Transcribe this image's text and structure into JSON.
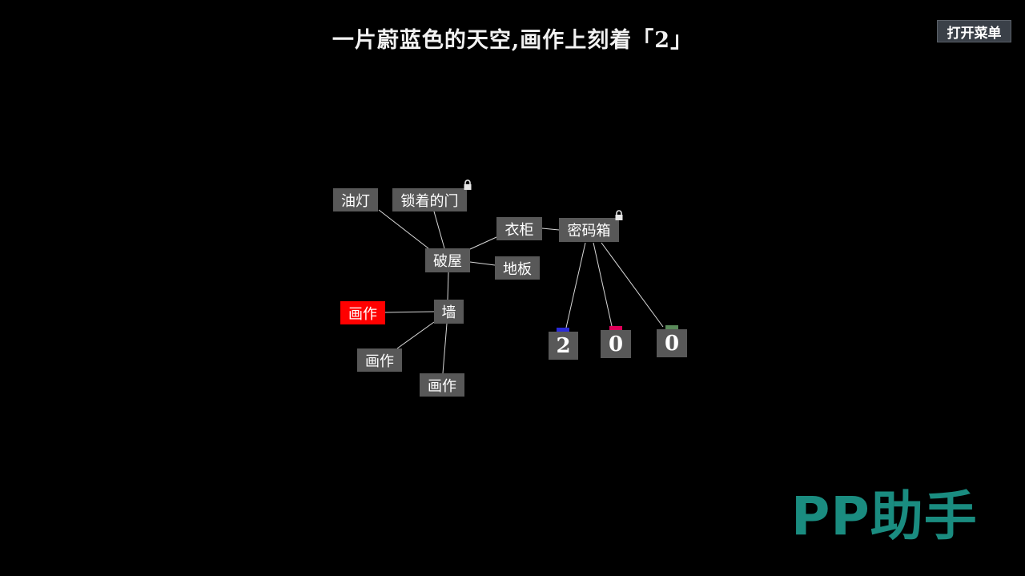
{
  "header": {
    "title": "一片蔚蓝色的天空,画作上刻着「2」",
    "menu_label": "打开菜单"
  },
  "nodes": {
    "oil_lamp": "油灯",
    "locked_door": "锁着的门",
    "wardrobe": "衣柜",
    "code_box": "密码箱",
    "hut": "破屋",
    "floor": "地板",
    "wall": "墙",
    "painting_1": "画作",
    "painting_2": "画作",
    "painting_3": "画作"
  },
  "code_lock": {
    "digits": [
      {
        "value": "2",
        "color": "#2a2ad8"
      },
      {
        "value": "0",
        "color": "#e0005a"
      },
      {
        "value": "0",
        "color": "#5a8a5a"
      }
    ]
  },
  "watermark": "PP助手",
  "icons": {
    "lock": "lock-icon"
  }
}
